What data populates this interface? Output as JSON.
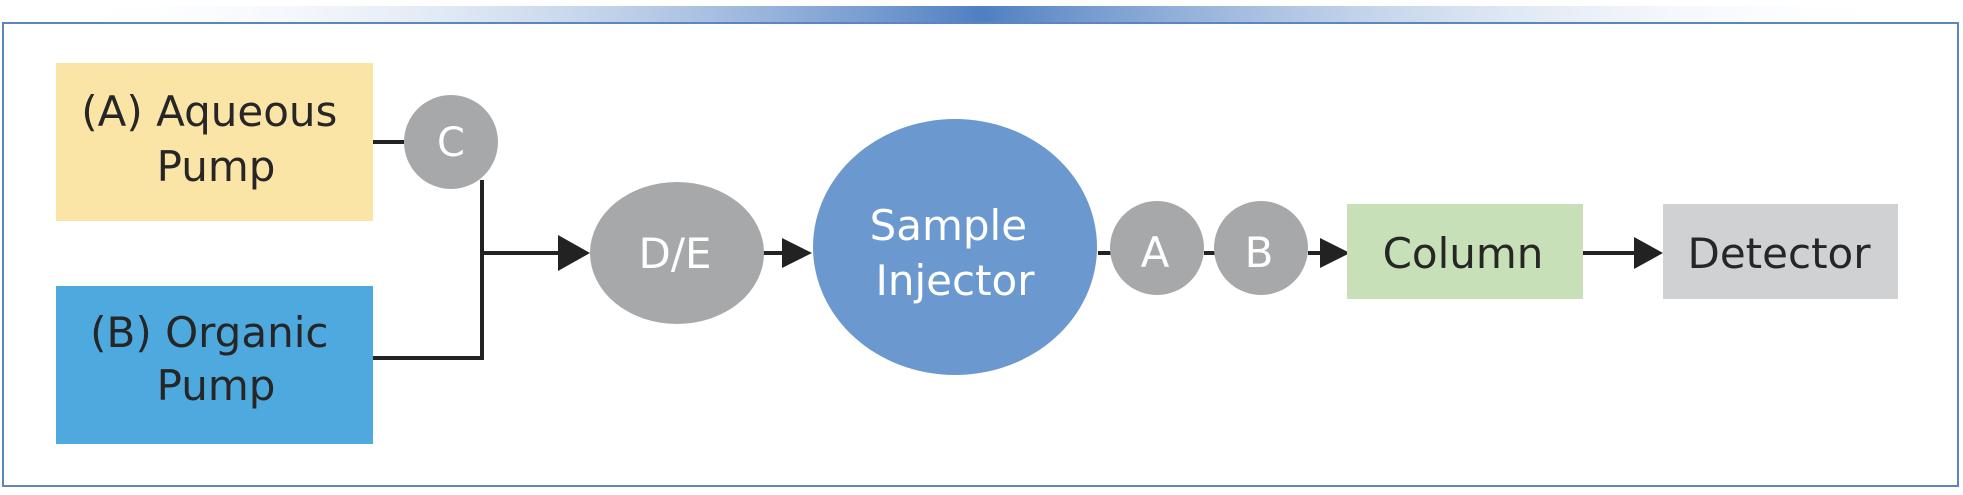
{
  "diagram": {
    "nodes": {
      "aqueous_pump": {
        "line1": "(A) Aqueous",
        "line2": "Pump",
        "color": "#FAE5A7"
      },
      "organic_pump": {
        "line1": "(B) Organic",
        "line2": "Pump",
        "color": "#4EA9DF"
      },
      "c": {
        "label": "C",
        "color": "#A7A8AA"
      },
      "de": {
        "label": "D/E",
        "color": "#A7A8AA"
      },
      "sample_injector": {
        "line1": "Sample",
        "line2": "Injector",
        "color": "#6B98CF"
      },
      "a": {
        "label": "A",
        "color": "#A7A8AA"
      },
      "b": {
        "label": "B",
        "color": "#A7A8AA"
      },
      "column": {
        "label": "Column",
        "color": "#C8E0B7"
      },
      "detector": {
        "label": "Detector",
        "color": "#D0D1D3"
      }
    },
    "colors": {
      "frame_border": "#5B86C0",
      "connector": "#222222",
      "dark_text": "#262626",
      "light_text": "#FFFFFF"
    }
  }
}
